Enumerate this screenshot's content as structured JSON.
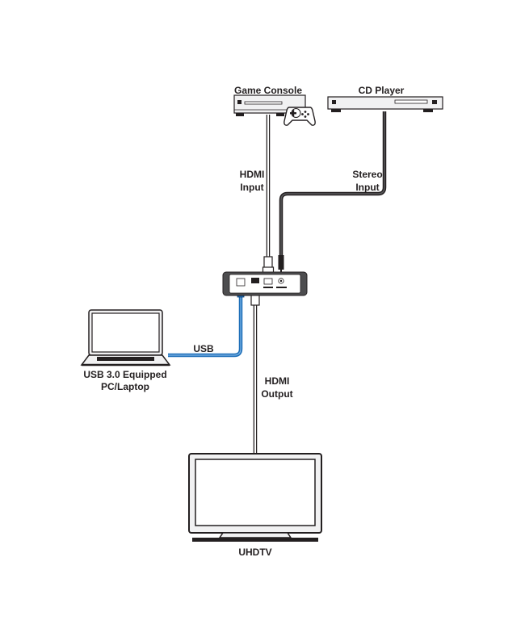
{
  "devices": {
    "game_console": {
      "label": "Game Console"
    },
    "cd_player": {
      "label": "CD Player"
    },
    "laptop": {
      "label_line1": "USB 3.0 Equipped",
      "label_line2": "PC/Laptop"
    },
    "tv": {
      "label": "UHDTV"
    }
  },
  "connections": {
    "hdmi_input": {
      "line1": "HDMI",
      "line2": "Input"
    },
    "stereo_input": {
      "line1": "Stereo",
      "line2": "Input"
    },
    "usb": {
      "label": "USB"
    },
    "hdmi_output": {
      "line1": "HDMI",
      "line2": "Output"
    }
  },
  "colors": {
    "line": "#231f20",
    "usb_cable": "#1f6fb8",
    "device_fill": "#f1f1f2",
    "unit_fill": "#4d4d4f"
  }
}
